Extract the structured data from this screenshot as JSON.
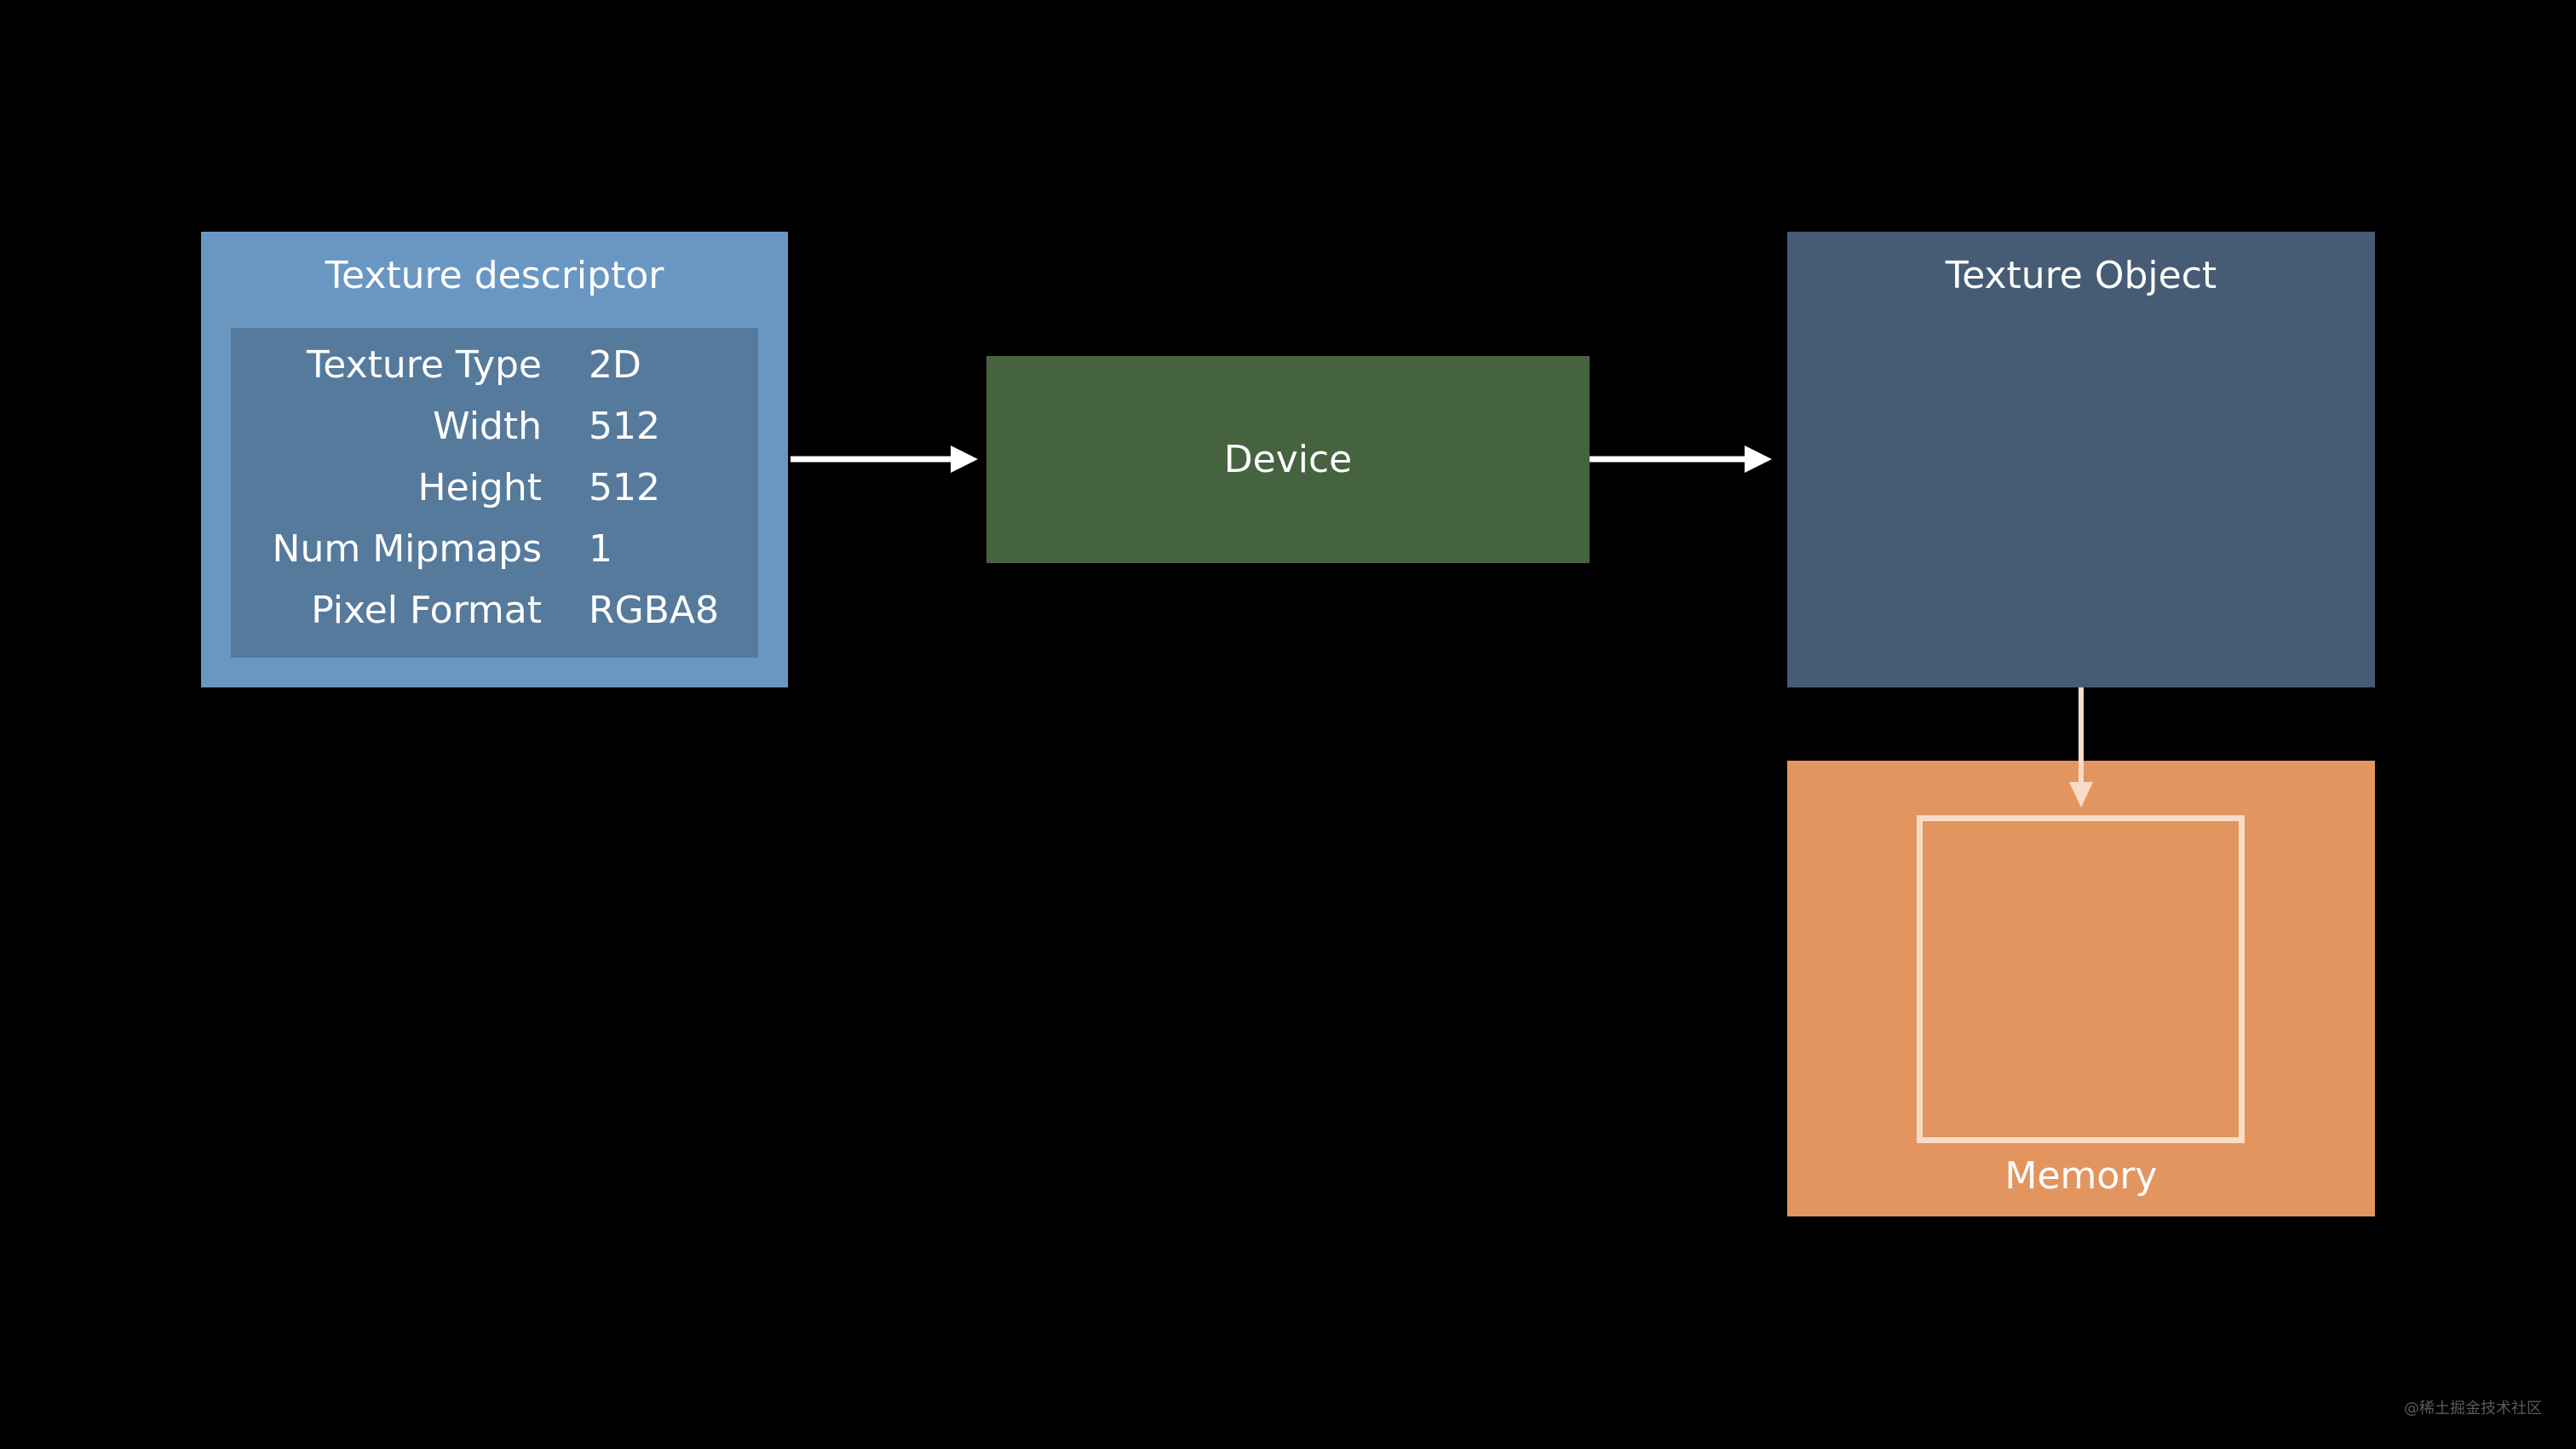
{
  "colors": {
    "background": "#000000",
    "descriptor_outer": "#6a97c1",
    "descriptor_inner": "#567a9c",
    "device": "#466340",
    "texture_object": "#465b74",
    "memory": "#e2955f",
    "memory_outline": "#f8dcc8",
    "arrow": "#ffffff",
    "memory_arrow": "#f8dcc8"
  },
  "descriptor": {
    "title": "Texture descriptor",
    "properties": [
      {
        "label": "Texture Type",
        "value": "2D"
      },
      {
        "label": "Width",
        "value": "512"
      },
      {
        "label": "Height",
        "value": "512"
      },
      {
        "label": "Num Mipmaps",
        "value": "1"
      },
      {
        "label": "Pixel Format",
        "value": "RGBA8"
      }
    ]
  },
  "device": {
    "label": "Device"
  },
  "texture_object": {
    "title": "Texture Object"
  },
  "memory": {
    "label": "Memory"
  },
  "watermark": "@稀土掘金技术社区"
}
